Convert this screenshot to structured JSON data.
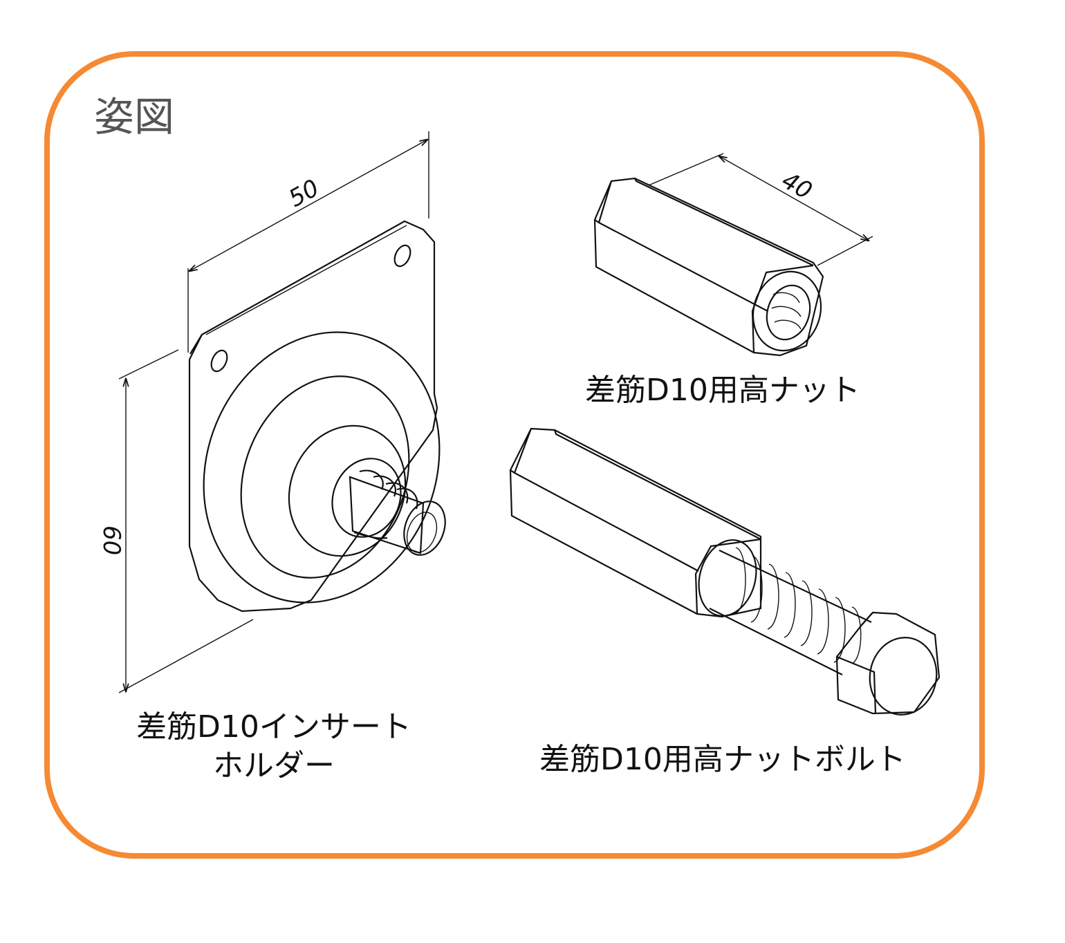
{
  "heading": "姿図",
  "parts": {
    "insert_holder": {
      "label_line1": "差筋D10インサート",
      "label_line2": "ホルダー"
    },
    "high_nut": {
      "label": "差筋D10用高ナット"
    },
    "high_nut_bolt": {
      "label": "差筋D10用高ナットボルト"
    }
  },
  "dimensions": {
    "width": "50",
    "height": "60",
    "nut_length": "40"
  },
  "colors": {
    "frame": "#f58a33",
    "heading": "#555555",
    "line": "#111111"
  }
}
